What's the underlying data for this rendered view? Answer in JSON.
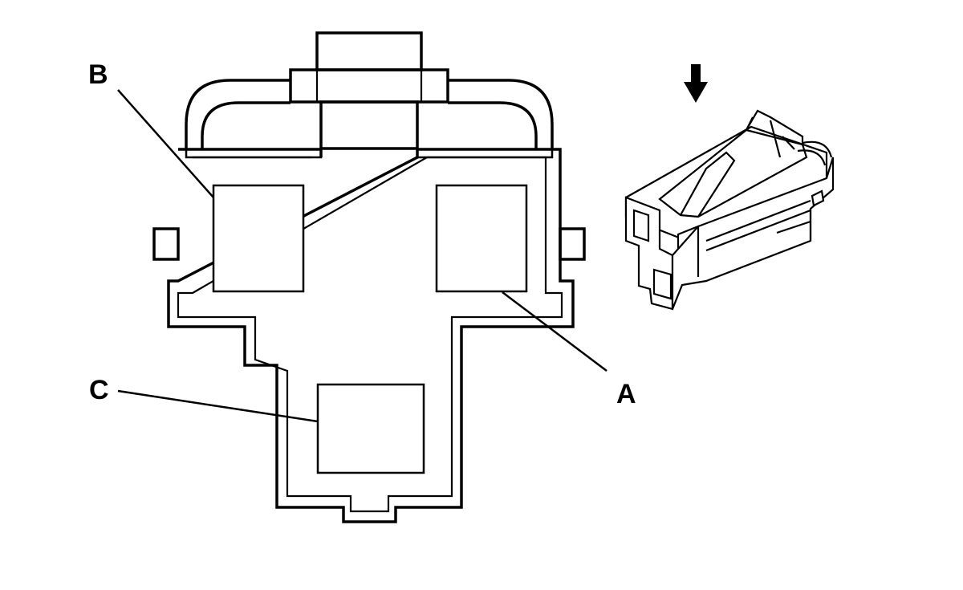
{
  "diagram": {
    "callouts": [
      {
        "id": "B",
        "label": "B"
      },
      {
        "id": "A",
        "label": "A"
      },
      {
        "id": "C",
        "label": "C"
      }
    ],
    "icons": [
      "down-arrow-icon"
    ],
    "colors": {
      "line": "#000000",
      "background": "#ffffff"
    }
  }
}
